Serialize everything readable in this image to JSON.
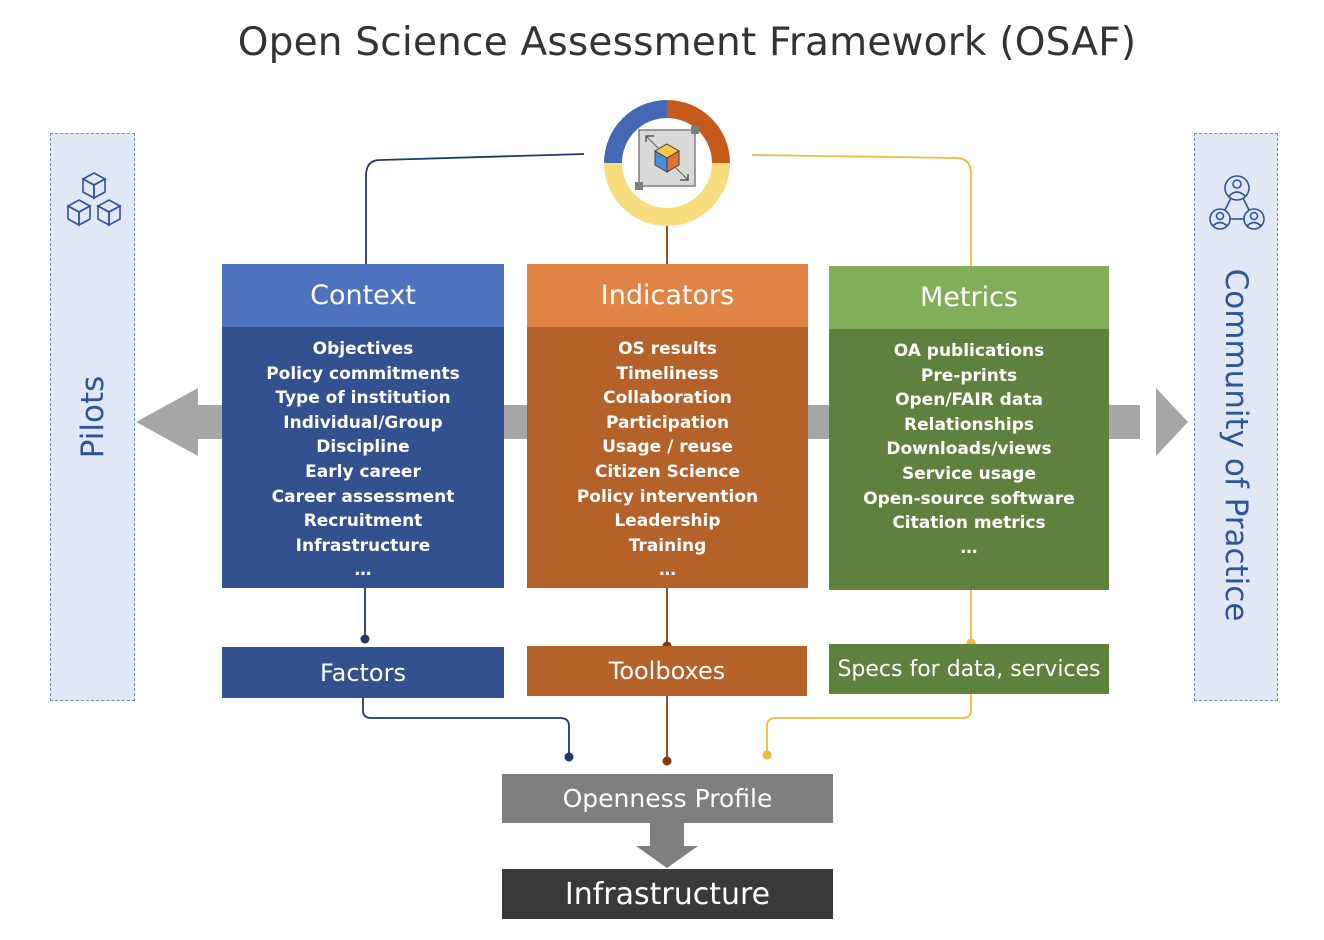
{
  "title": "Open Science Assessment Framework (OSAF)",
  "left_panel": {
    "label": "Pilots",
    "icon": "cubes-icon"
  },
  "right_panel": {
    "label": "Community of Practice",
    "icon": "people-network-icon"
  },
  "center_icon": "framework-cube-icon",
  "columns": [
    {
      "title": "Context",
      "head_color": "#4f72be",
      "body_color": "#33508f",
      "items": [
        "Objectives",
        "Policy commitments",
        "Type of institution",
        "Individual/Group",
        "Discipline",
        "Early career",
        "Career assessment",
        "Recruitment",
        "Infrastructure",
        "…"
      ],
      "sub": "Factors"
    },
    {
      "title": "Indicators",
      "head_color": "#df8444",
      "body_color": "#b5612a",
      "items": [
        "OS results",
        "Timeliness",
        "Collaboration",
        "Participation",
        "Usage / reuse",
        "Citizen Science",
        "Policy intervention",
        "Leadership",
        "Training",
        "…"
      ],
      "sub": "Toolboxes"
    },
    {
      "title": "Metrics",
      "head_color": "#82ad59",
      "body_color": "#5f813e",
      "items": [
        "OA publications",
        "Pre-prints",
        "Open/FAIR data",
        "Relationships",
        "Downloads/views",
        "Service usage",
        "Open-source software",
        "Citation metrics",
        "…"
      ],
      "sub": "Specs for data, services"
    }
  ],
  "openness_profile": "Openness Profile",
  "infrastructure": "Infrastructure",
  "colors": {
    "connector_blue": "#203864",
    "connector_brown": "#843c0c",
    "connector_yellow": "#f2b83a",
    "ring_blue": "#4468b4",
    "ring_orange": "#c55a1c",
    "ring_yellow": "#f7dd7e",
    "arrow_gray": "#a6a6a6"
  }
}
